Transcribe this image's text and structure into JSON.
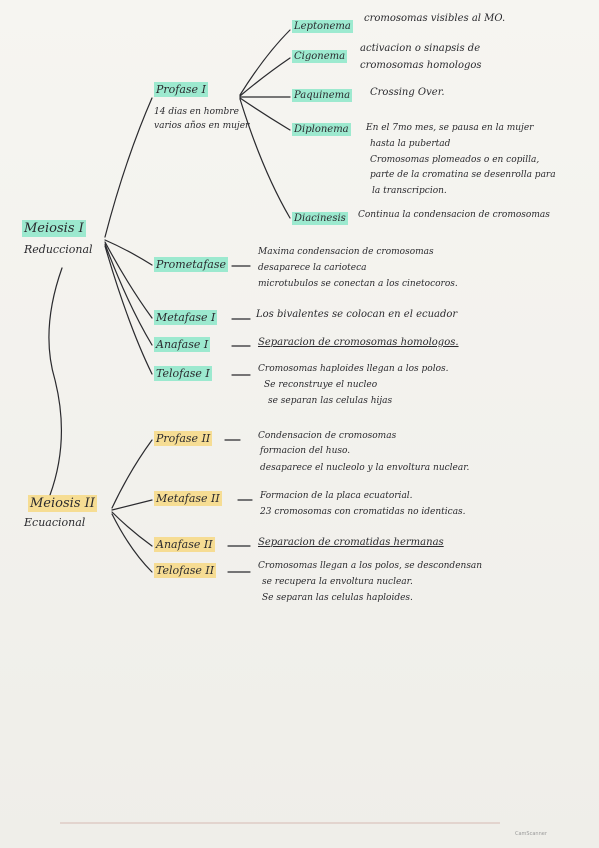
{
  "meiosis1": {
    "title": "Meiosis I",
    "subtitle": "Reduccional",
    "profase": {
      "label": "Profase I",
      "note": [
        "14 dias en hombre",
        "varios años en mujer"
      ],
      "stages": [
        {
          "name": "Leptonema",
          "lines": [
            "cromosomas visibles al MO."
          ]
        },
        {
          "name": "Cigonema",
          "lines": [
            "activacion o sinapsis de",
            "cromosomas homologos"
          ]
        },
        {
          "name": "Paquinema",
          "lines": [
            "Crossing Over."
          ]
        },
        {
          "name": "Diplonema",
          "lines": [
            "En el 7mo mes, se pausa en la mujer",
            "hasta la pubertad",
            "Cromosomas plomeados o en copilla,",
            "parte de la cromatina se desenrolla para",
            "la transcripcion."
          ]
        },
        {
          "name": "Diacinesis",
          "lines": [
            "Continua la condensacion de cromosomas"
          ]
        }
      ]
    },
    "phases": [
      {
        "name": "Prometafase",
        "lines": [
          "Maxima condensacion de cromosomas",
          "desaparece la carioteca",
          "microtubulos se conectan a los cinetocoros."
        ]
      },
      {
        "name": "Metafase I",
        "lines": [
          "Los bivalentes se colocan en el ecuador"
        ]
      },
      {
        "name": "Anafase I",
        "lines": [
          "Separacion de cromosomas homologos."
        ]
      },
      {
        "name": "Telofase I",
        "lines": [
          "Cromosomas haploides llegan a los polos.",
          "Se reconstruye el nucleo",
          "se separan las celulas hijas"
        ]
      }
    ]
  },
  "meiosis2": {
    "title": "Meiosis II",
    "subtitle": "Ecuacional",
    "phases": [
      {
        "name": "Profase II",
        "lines": [
          "Condensacion de cromosomas",
          "formacion del huso.",
          "desaparece el nucleolo y la envoltura nuclear."
        ]
      },
      {
        "name": "Metafase II",
        "lines": [
          "Formacion de la placa ecuatorial.",
          "23 cromosomas con cromatidas no identicas."
        ]
      },
      {
        "name": "Anafase II",
        "lines": [
          "Separacion de cromatidas hermanas"
        ]
      },
      {
        "name": "Telofase II",
        "lines": [
          "Cromosomas llegan a los polos, se descondensan",
          "se recupera la envoltura nuclear.",
          "Se separan las celulas haploides."
        ]
      }
    ]
  },
  "footer": "CamScanner"
}
